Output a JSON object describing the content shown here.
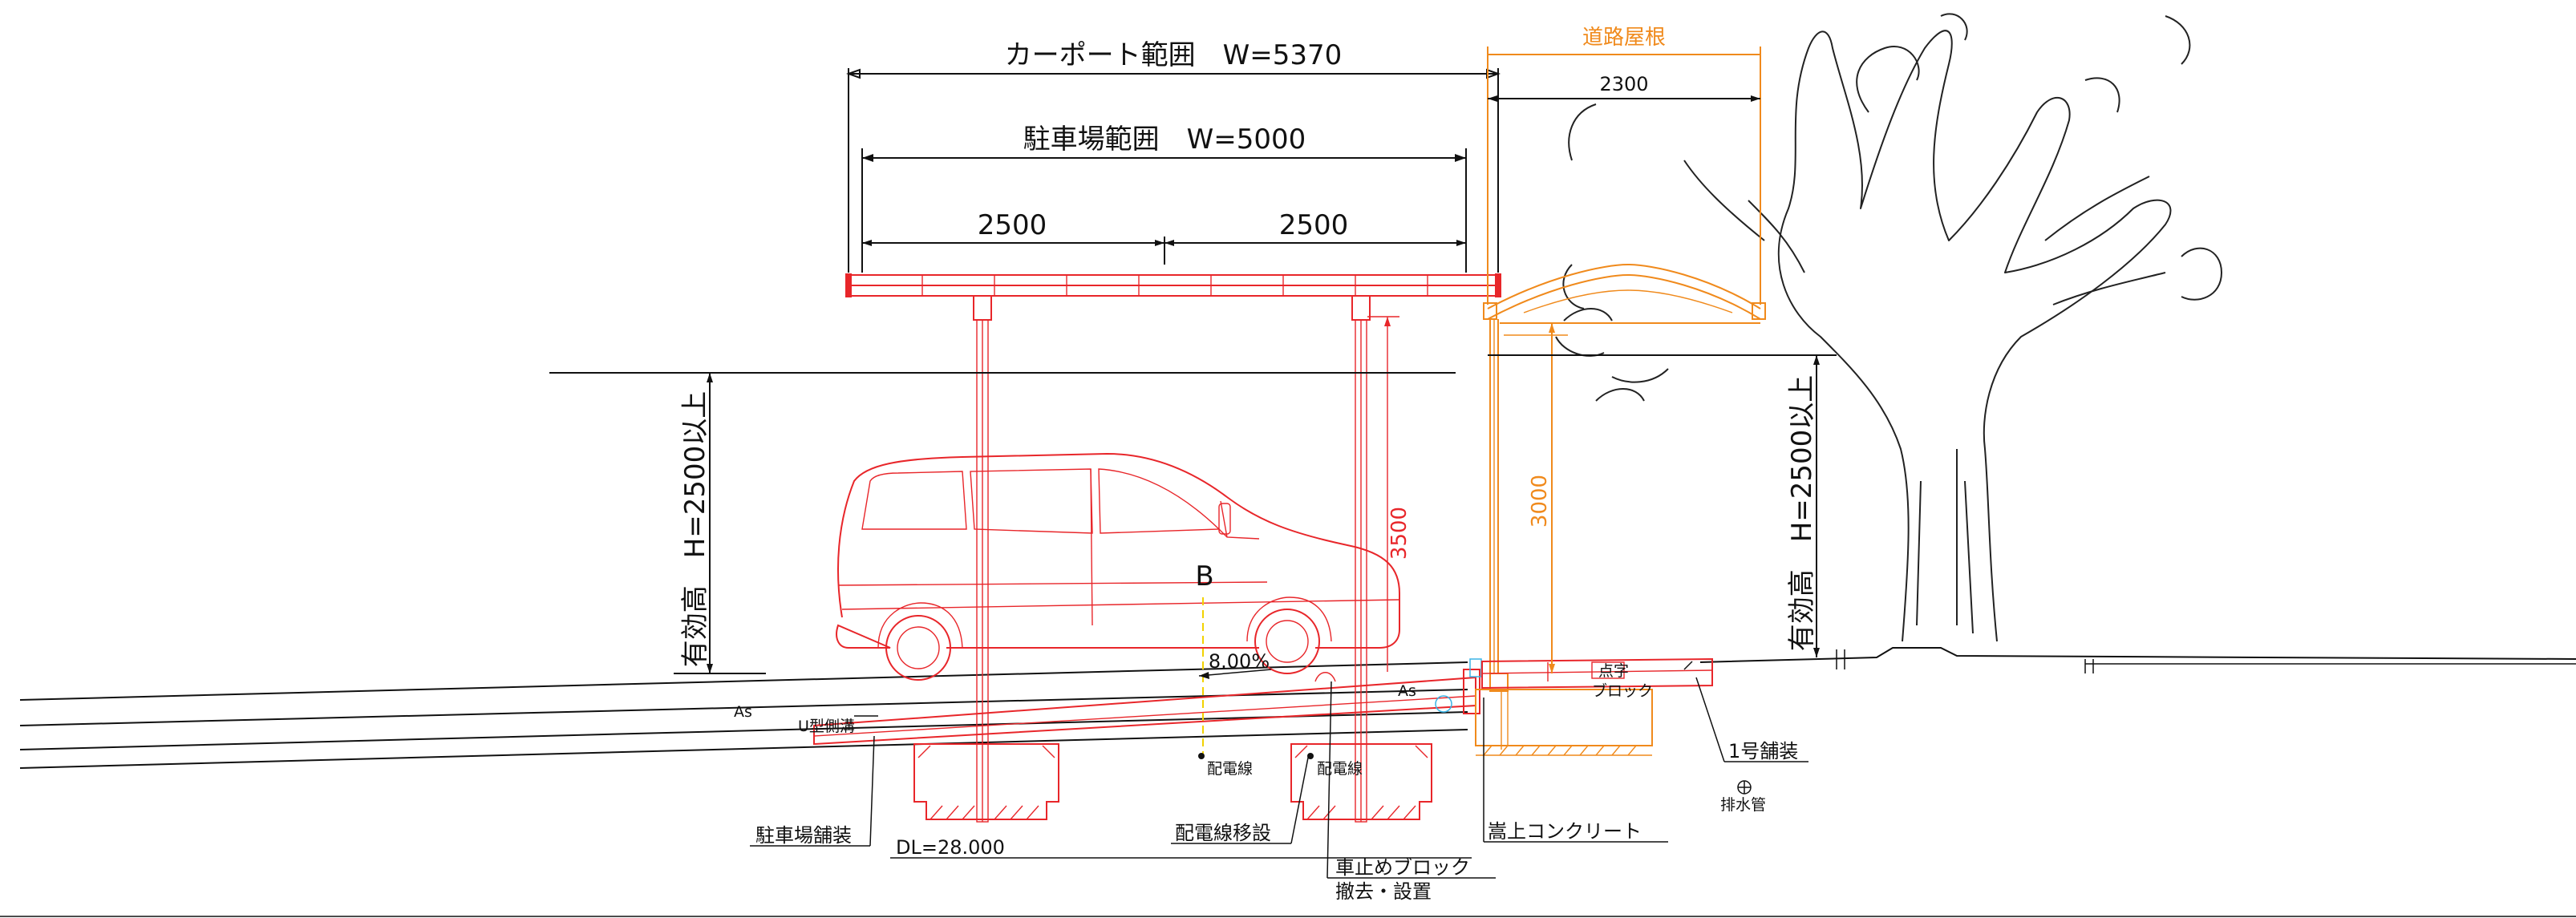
{
  "colors": {
    "carport": "#e8262a",
    "road_roof": "#f08a1c",
    "line": "#111111",
    "marker": "#f2d200"
  },
  "dimensions": {
    "carport_range": "カーポート範囲　W=5370",
    "parking_range": "駐車場範囲　W=5000",
    "bay_left": "2500",
    "bay_right": "2500",
    "road_roof_title": "道路屋根",
    "road_roof_width": "2300",
    "road_roof_height": "3000",
    "carport_height": "3500",
    "clear_height_left": "有効高　H=2500以上",
    "clear_height_right": "有効高　H=2500以上",
    "slope": "8.00%"
  },
  "labels": {
    "section_b": "B",
    "as_left": "As",
    "as_right": "As",
    "u_gutter": "U型側溝",
    "wiring_left": "配電線",
    "wiring_right": "配電線",
    "braille_top": "点字",
    "braille_bottom": "ブロック"
  },
  "callouts": {
    "parking_pavement": "駐車場舗装",
    "dl": "DL=28.000",
    "wiring_relocation": "配電線移設",
    "curb_concrete": "嵩上コンクリート",
    "wheel_stop_line1": "車止めブロック",
    "wheel_stop_line2": "撤去・設置",
    "pavement_no1": "1号舗装",
    "drain_pipe": "排水管"
  },
  "icons": {
    "drain": "drain-pipe-symbol-icon",
    "wiring_point": "wiring-point-icon"
  }
}
